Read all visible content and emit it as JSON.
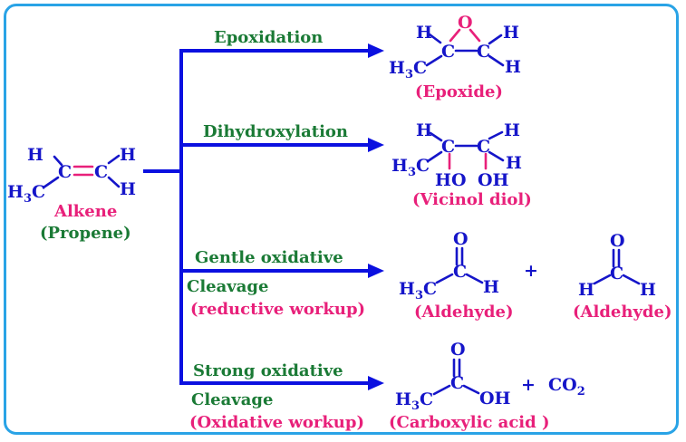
{
  "colors": {
    "frame": "#29a3e6",
    "molecule": "#1515c9",
    "arrow": "#0b10e0",
    "compound_label": "#e8207a",
    "reaction_label": "#1a7a35"
  },
  "start": {
    "atoms": {
      "c": "C",
      "h": "H",
      "h3c": "H",
      "h3c_sub": "3",
      "h3c_c": "C"
    },
    "name": "Alkene",
    "subname": "(Propene)"
  },
  "reactions": [
    {
      "label_line1": "Epoxidation",
      "label_line2": "",
      "label_line3": "",
      "products": [
        {
          "name": "(Epoxide)"
        }
      ]
    },
    {
      "label_line1": "Dihydroxylation",
      "label_line2": "",
      "label_line3": "",
      "products": [
        {
          "name": "(Vicinol diol)"
        }
      ]
    },
    {
      "label_line1": "Gentle oxidative",
      "label_line2": "Cleavage",
      "label_line3": "(reductive workup)",
      "products": [
        {
          "name": "(Aldehyde)"
        },
        {
          "name": "(Aldehyde)"
        }
      ]
    },
    {
      "label_line1": "Strong oxidative",
      "label_line2": "Cleavage",
      "label_line3": "(Oxidative workup)",
      "products": [
        {
          "name": "(Carboxylic acid )"
        }
      ],
      "coproduct": "CO",
      "coproduct_sub": "2"
    }
  ],
  "plus_sign": "+",
  "symbols": {
    "O": "O",
    "OH": "OH",
    "HO": "HO",
    "H": "H",
    "C": "C"
  }
}
